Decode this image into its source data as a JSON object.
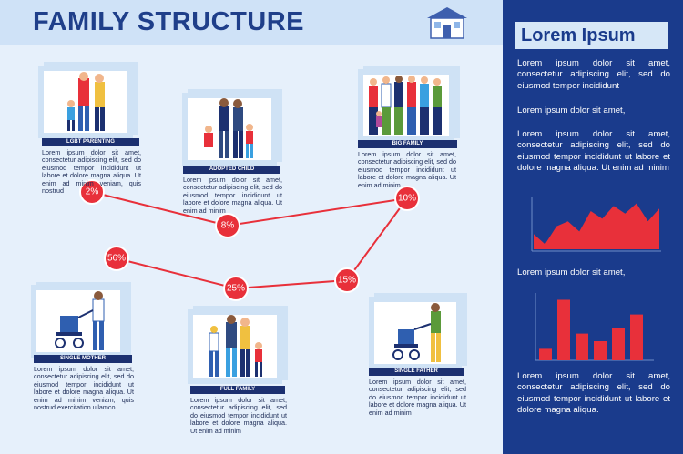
{
  "title": "FAMILY STRUCTURE",
  "icons": {
    "house": "house-icon"
  },
  "cards": [
    {
      "id": "lgbt",
      "label": "LGBT PARENTING",
      "text": "Lorem ipsum dolor sit amet, consectetur adipiscing elit, sed do eiusmod tempor incididunt ut labore et dolore magna aliqua. Ut enim ad minim veniam, quis nostrud"
    },
    {
      "id": "adopted",
      "label": "ADOPTED CHILD",
      "text": "Lorem ipsum dolor sit amet, consectetur adipiscing elit, sed do eiusmod tempor incididunt ut labore et dolore magna aliqua. Ut enim ad minim"
    },
    {
      "id": "big",
      "label": "BIG FAMILY",
      "text": "Lorem ipsum dolor sit amet, consectetur adipiscing elit, sed do eiusmod tempor incididunt ut labore et dolore magna aliqua. Ut enim ad minim"
    },
    {
      "id": "single-mother",
      "label": "SINGLE MOTHER",
      "text": "Lorem ipsum dolor sit amet, consectetur adipiscing elit, sed do eiusmod tempor incididunt ut labore et dolore magna aliqua. Ut enim ad minim veniam, quis nostrud exercitation ullamco"
    },
    {
      "id": "full",
      "label": "FULL FAMILY",
      "text": "Lorem ipsum dolor sit amet, consectetur adipiscing elit, sed do eiusmod tempor incididunt ut labore et dolore magna aliqua. Ut enim ad minim"
    },
    {
      "id": "single-father",
      "label": "SINGLE FATHER",
      "text": "Lorem ipsum dolor sit amet, consectetur adipiscing elit, sed do eiusmod tempor incididunt ut labore et dolore magna aliqua. Ut enim ad minim"
    }
  ],
  "percent_markers": [
    "2%",
    "8%",
    "10%",
    "56%",
    "25%",
    "15%"
  ],
  "colors": {
    "accent": "#e8303a",
    "panel": "#1a3b8c",
    "label": "#1c3070",
    "title": "#1f3f8a"
  },
  "right_panel": {
    "title": "Lorem Ipsum",
    "blocks": [
      "Lorem ipsum dolor sit amet, consectetur adipiscing elit, sed do eiusmod tempor incididunt",
      "Lorem ipsum dolor sit amet,",
      "Lorem ipsum dolor sit amet, consectetur adipiscing elit, sed do eiusmod tempor incididunt ut labore et dolore magna aliqua. Ut enim ad minim",
      "Lorem ipsum dolor sit amet,",
      "Lorem ipsum dolor sit amet, consectetur adipiscing elit, sed do eiusmod tempor incididunt ut labore et dolore magna aliqua."
    ],
    "area_chart": {
      "type": "area",
      "values": [
        0.3,
        0.1,
        0.45,
        0.55,
        0.35,
        0.75,
        0.6,
        0.85,
        0.7,
        0.9,
        0.55,
        0.8
      ]
    },
    "bar_chart": {
      "type": "bar",
      "values": [
        0.18,
        0.95,
        0.42,
        0.3,
        0.5,
        0.72
      ]
    }
  }
}
